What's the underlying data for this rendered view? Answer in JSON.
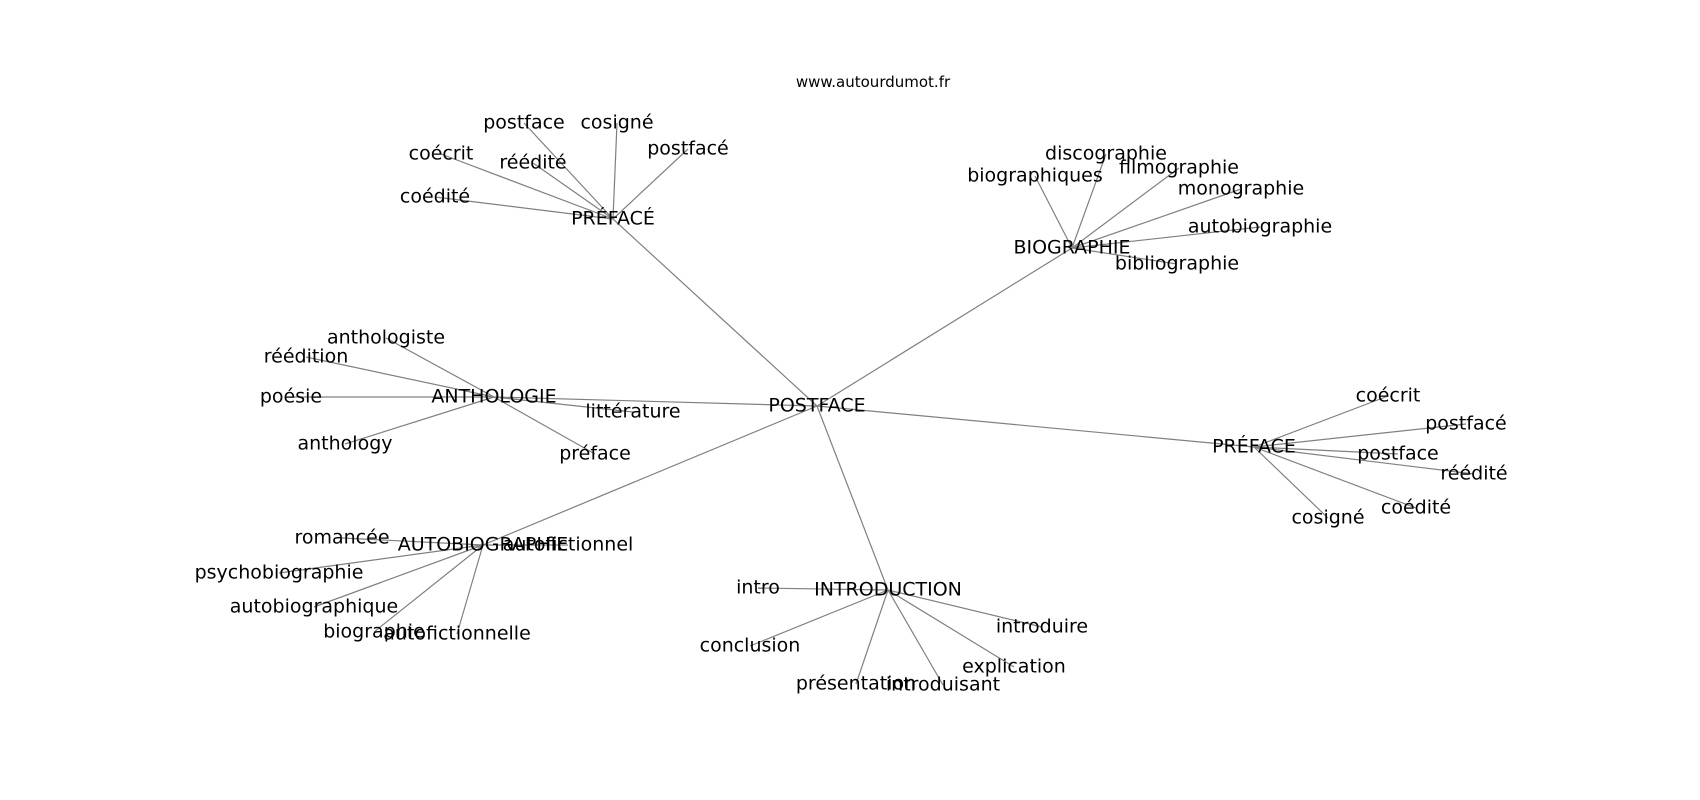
{
  "source": "www.autourdumot.fr",
  "colors": {
    "edge": "#808080",
    "text": "#000000",
    "background": "#ffffff"
  },
  "root": {
    "id": "postface",
    "label": "POSTFACE"
  },
  "clusters": [
    {
      "id": "prefacé",
      "label": "PRÉFACÉ",
      "children": [
        "postface",
        "cosigné",
        "postfacé",
        "coécrit",
        "réédité",
        "coédité"
      ]
    },
    {
      "id": "biographie",
      "label": "BIOGRAPHIE",
      "children": [
        "discographie",
        "biographiques",
        "filmographie",
        "monographie",
        "autobiographie",
        "bibliographie"
      ]
    },
    {
      "id": "anthologie",
      "label": "ANTHOLOGIE",
      "children": [
        "anthologiste",
        "réédition",
        "poésie",
        "anthology",
        "littérature",
        "préface"
      ]
    },
    {
      "id": "preface",
      "label": "PRÉFACE",
      "children": [
        "coécrit",
        "postfacé",
        "postface",
        "réédité",
        "coédité",
        "cosigné"
      ]
    },
    {
      "id": "autobiographie",
      "label": "AUTOBIOGRAPHIE",
      "children": [
        "romancée",
        "psychobiographie",
        "autobiographique",
        "biographie",
        "autofictionnelle",
        "autofictionnel"
      ]
    },
    {
      "id": "introduction",
      "label": "INTRODUCTION",
      "children": [
        "intro",
        "conclusion",
        "présentation",
        "introduisant",
        "explication",
        "introduire"
      ]
    }
  ]
}
